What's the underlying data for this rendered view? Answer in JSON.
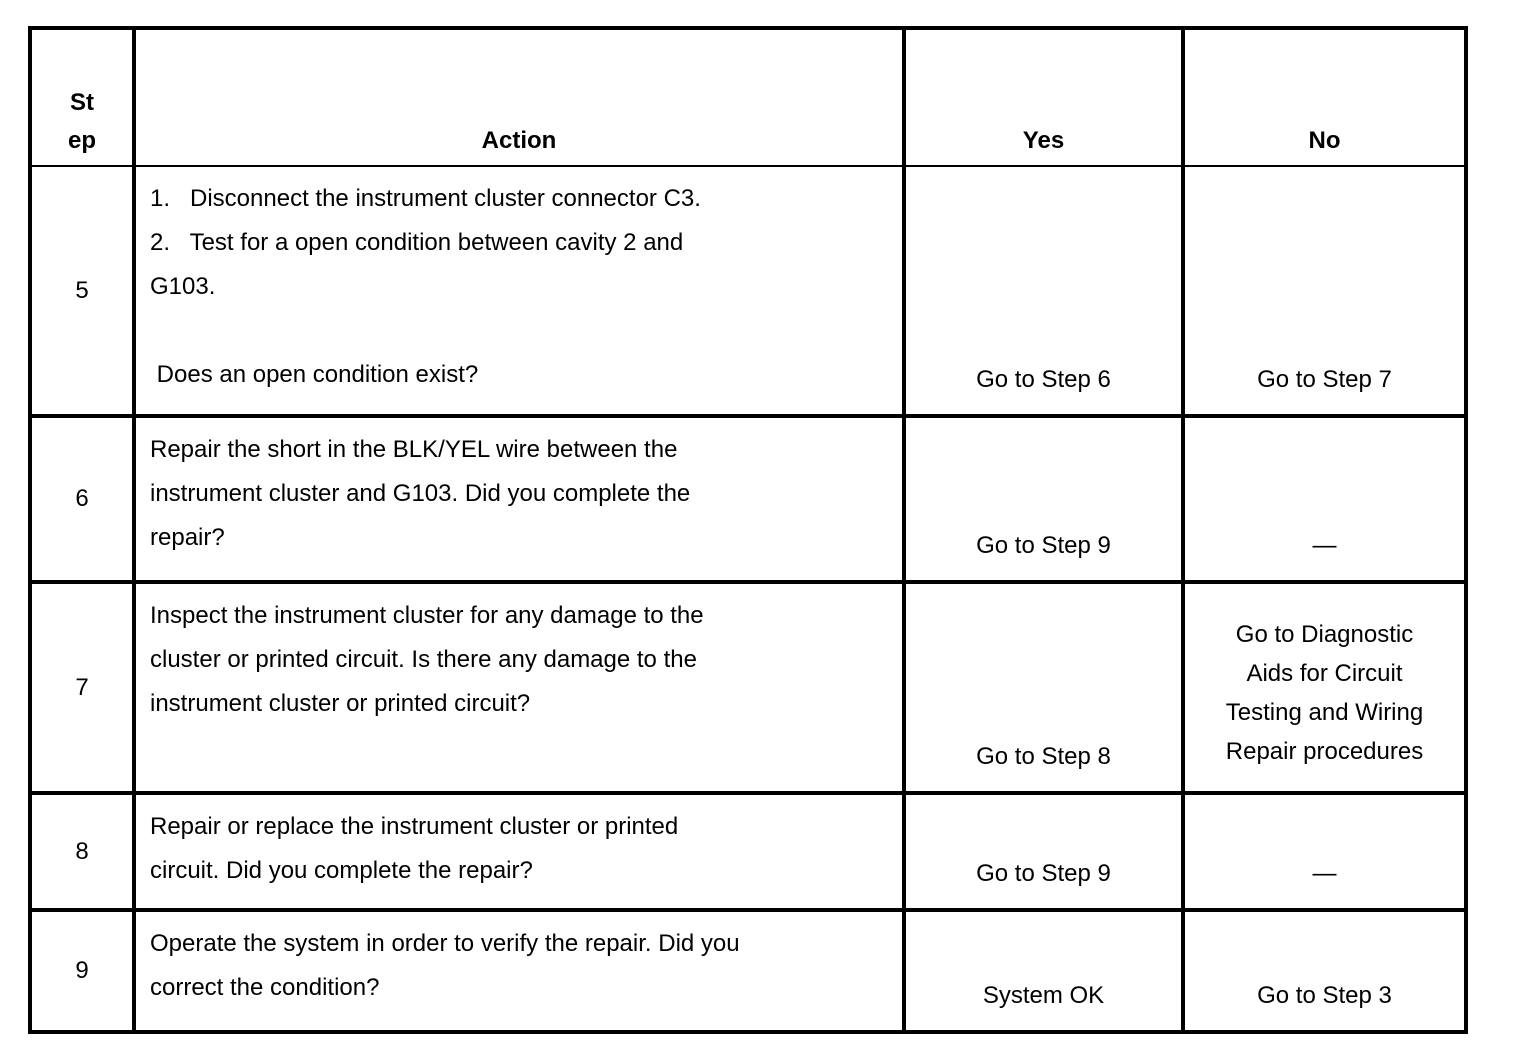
{
  "colors": {
    "text": "#000000",
    "border": "#000000",
    "background": "#ffffff"
  },
  "table": {
    "headers": {
      "step": "St\nep",
      "action": "Action",
      "yes": "Yes",
      "no": "No"
    },
    "rows": [
      {
        "step": "5",
        "action": "1.   Disconnect the instrument cluster connector C3.\n2.   Test for a open condition between cavity 2 and\nG103.\n\n Does an open condition exist?",
        "yes": "Go to Step 6",
        "no": "Go to Step 7"
      },
      {
        "step": "6",
        "action": "Repair the short in the BLK/YEL wire between the\ninstrument cluster and G103. Did you complete the\nrepair?",
        "yes": "Go to Step 9",
        "no": "—"
      },
      {
        "step": "7",
        "action": "Inspect the instrument cluster for any damage to the\ncluster or printed circuit. Is there any damage to the\ninstrument cluster or printed circuit?",
        "yes": "Go to Step 8",
        "no": "Go to Diagnostic\nAids for Circuit\nTesting and Wiring\nRepair procedures"
      },
      {
        "step": "8",
        "action": "Repair or replace the instrument cluster or printed\ncircuit. Did you complete the repair?",
        "yes": "Go to Step 9",
        "no": "—"
      },
      {
        "step": "9",
        "action": "Operate the system in order to verify the repair. Did you\ncorrect the condition?",
        "yes": "System OK",
        "no": "Go to Step 3"
      }
    ]
  }
}
